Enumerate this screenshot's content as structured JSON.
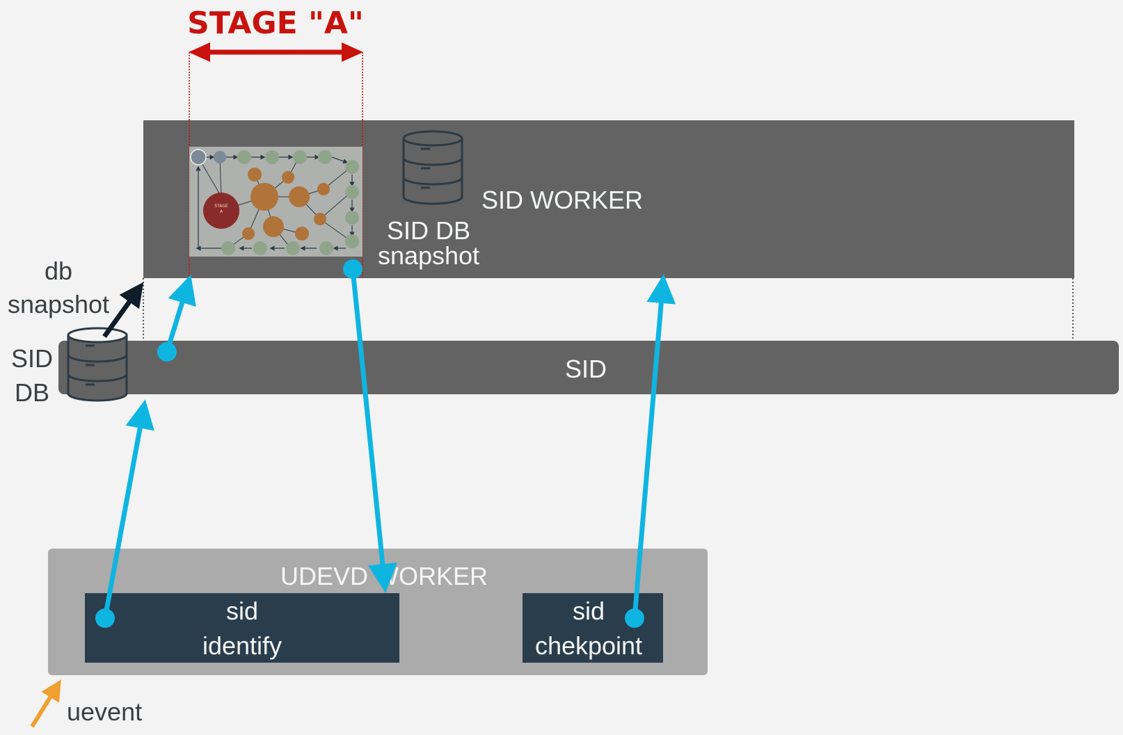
{
  "stage_label": "STAGE \"A\"",
  "sid_worker": {
    "label": "SID WORKER"
  },
  "sid_db_snapshot": {
    "line1": "SID DB",
    "line2": "snapshot"
  },
  "db_snapshot_note": {
    "line1": "db",
    "line2": "snapshot"
  },
  "sid_db": {
    "line1": "SID",
    "line2": "DB"
  },
  "sid": {
    "label": "SID"
  },
  "udevd_worker": {
    "label": "UDEVD WORKER"
  },
  "sid_identify": {
    "line1": "sid",
    "line2": "identify"
  },
  "sid_checkpoint": {
    "line1": "sid",
    "line2": "chekpoint"
  },
  "uevent": {
    "label": "uevent"
  },
  "thumbnail": {
    "stage_a_line1": "STAGE",
    "stage_a_line2": "A"
  },
  "colors": {
    "background": "#f2f3f2",
    "worker_panel": "#636363",
    "sid_bar": "#636363",
    "udevd_panel": "#ababab",
    "command_box": "#2a3d4c",
    "flow_arrow": "#0fb5e1",
    "stage_marker": "#c9120d",
    "snapshot_arrow": "#0f1c2a",
    "uevent_arrow": "#f0a030",
    "db_icon_stroke": "#2c3a44"
  }
}
